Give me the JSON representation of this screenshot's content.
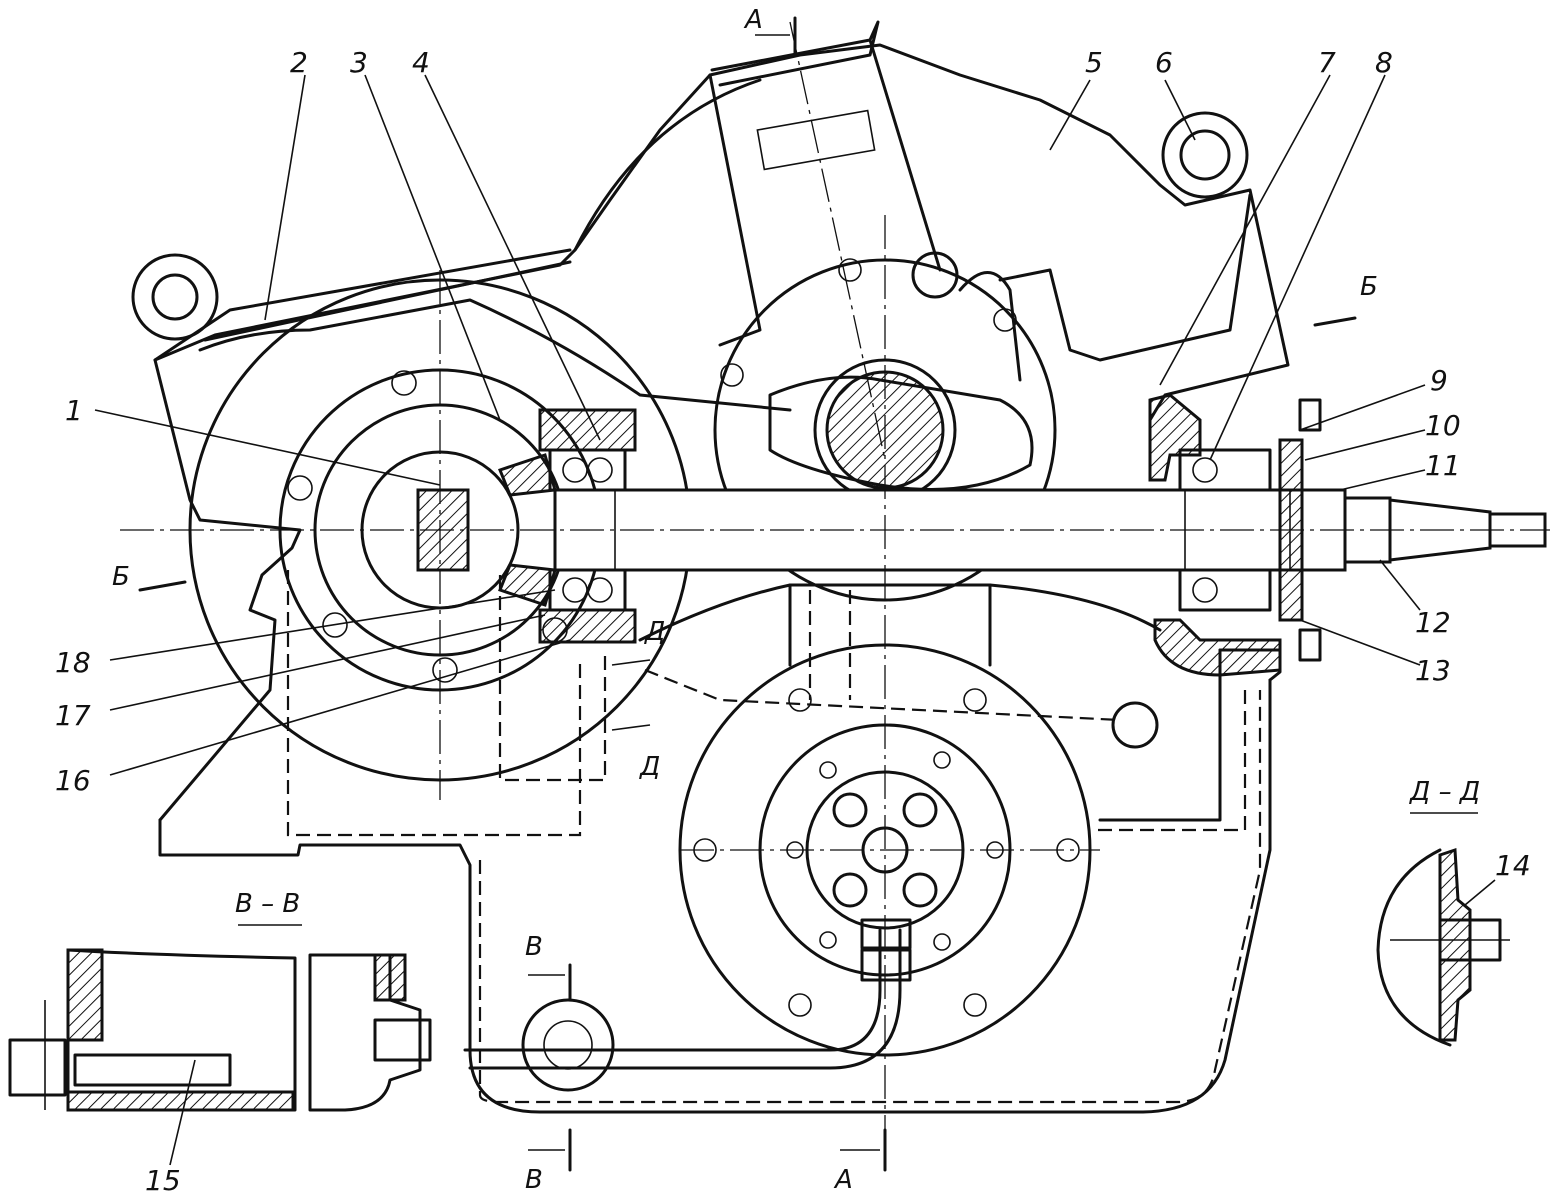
{
  "labels": {
    "n1": "1",
    "n2": "2",
    "n3": "3",
    "n4": "4",
    "n5": "5",
    "n6": "6",
    "n7": "7",
    "n8": "8",
    "n9": "9",
    "n10": "10",
    "n11": "11",
    "n12": "12",
    "n13": "13",
    "n14": "14",
    "n15": "15",
    "n16": "16",
    "n17": "17",
    "n18": "18"
  },
  "section_marks": {
    "a_top": "А",
    "a_bottom": "А",
    "b_left": "Б",
    "b_right": "Б",
    "v_mark_top": "В",
    "v_mark_bottom": "В",
    "d_top": "Д",
    "d_bottom": "Д"
  },
  "section_titles": {
    "vv": "В – В",
    "dd": "Д – Д"
  }
}
